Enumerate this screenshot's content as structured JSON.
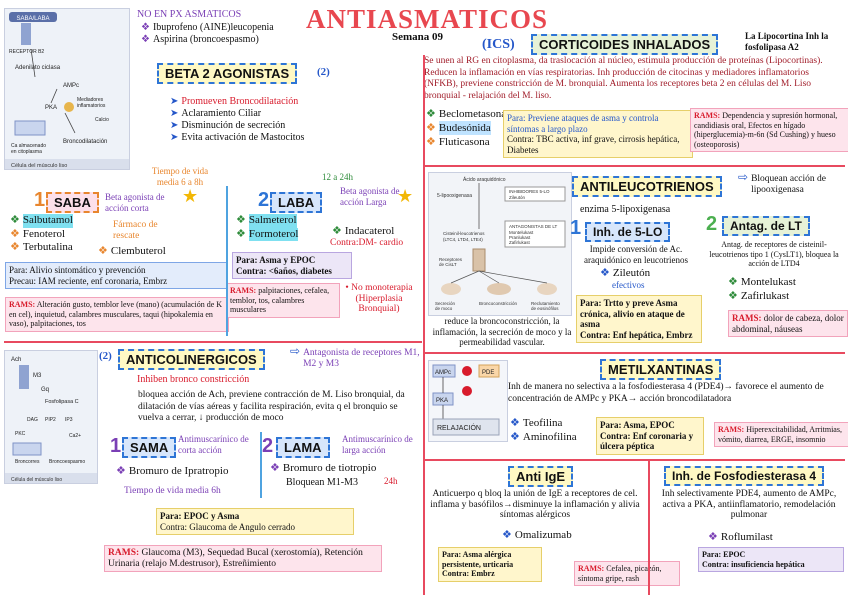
{
  "header": {
    "title": "ANTIASMATICOS",
    "week": "Semana 09",
    "no_pxasmaticos_title": "NO EN PX ASMATICOS",
    "no_items": [
      "Ibuprofeno (AINE)leucopenia",
      "Aspirina (broncoespasmo)"
    ],
    "ics_label": "(ICS)",
    "corticoides_title": "CORTICOIDES INHALADOS",
    "lipocortina_note": "La Lipocortina Inh la fosfolipasa A2"
  },
  "beta2": {
    "title": "BETA 2 AGONISTAS",
    "count_label": "(2)",
    "effects": [
      "Promueven Broncodilatación",
      "Aclaramiento Ciliar",
      "Disminución de secreción",
      "Evita activación de Mastocitos"
    ],
    "figure_labels": [
      "SABA/LABA",
      "RECEPTOR B2",
      "Adenilato ciclasa",
      "AMPc",
      "PKA",
      "Mediadores inflamatorios",
      "Calcio secuestrado",
      "Ca almacenado en citoplasma",
      "Broncodilatación",
      "Célula del músculo liso"
    ]
  },
  "saba": {
    "num": "1",
    "title": "SABA",
    "desc": "Beta agonista de acción corta",
    "tiempo": "Tiempo de vida media 6 a 8h",
    "drugs": [
      "Salbutamol",
      "Fenoterol",
      "Terbutalina"
    ],
    "rescate": "Fármaco de rescate",
    "clembuterol": "Clembuterol",
    "para": "Para: Alivio sintomático y prevención",
    "precau": "Precau: IAM reciente, enf coronaria, Embrz",
    "rams_label": "RAMS:",
    "rams_text": " Alteración gusto, temblor leve (mano) (acumulación de K en cel), inquietud, calambres musculares, taqui (hipokalemia en vaso), palpitaciones, tos"
  },
  "laba": {
    "num": "2",
    "title": "LABA",
    "desc": "Beta agonista de acción Larga",
    "duration": "12 a 24h",
    "drugs": [
      "Salmeterol",
      "Formoterol"
    ],
    "indacaterol": "Indacaterol",
    "contra_dm": "Contra:DM- cardio",
    "para": "Para: Asma y EPOC",
    "contra": "Contra: <6años, diabetes",
    "rams_label": "RAMS:",
    "rams_text": " palpitaciones, cefalea, temblor, tos, calambres musculares",
    "monoterapia": "No monoterapia (Hiperplasia Bronquial)"
  },
  "cortico": {
    "desc1": "Se unen al RG en citoplasma, da traslocación al núcleo, estimula producción de proteínas (Lipocortinas). Reducen la inflamación en vías respiratorias. Inh producción de citocinas y mediadores inflamatorios (NFKB), previene constricción de M. bronquial. Aumenta los receptores beta 2 en células del M. Liso bronquial - relajación del M. liso.",
    "drugs": [
      "Beclometasona",
      "Budesónida",
      "Fluticasona"
    ],
    "para": "Para: Previene ataques de asma y controla síntomas a largo plazo",
    "contra": "Contra: TBC activa, inf grave, cirrosis hepática, Diabetes",
    "rams_label": "RAMS:",
    "rams_text": " Dependencia y supresión hormonal, candidiasis oral, Efectos en hígado (hiperglucemia)-m-6n (Sd Cushing) y hueso (osteoporosis)"
  },
  "antileuco": {
    "title": "ANTILEUCOTRIENOS",
    "arrow_note": "Bloquean acción de lipooxigenasa",
    "enzima": "enzima 5-lipoxigenasa",
    "inh5lo_num": "1",
    "inh5lo": "Inh. de 5-LO",
    "inh5lo_desc": "Impide conversión de Ac. araquidónico en leucotrienos",
    "zileuton": "Zileutón",
    "efectivos": "efectivos",
    "para": "Para: Trtto y preve Asma crónica, alivio en ataque de asma",
    "contra": "Contra: Enf hepática, Embrz",
    "reduce": "reduce la broncoconstricción, la inflamación, la secreción de moco y la permeabilidad vascular.",
    "antag_num": "2",
    "antag_title": "Antag. de LT",
    "antag_desc": "Antag. de receptores de cisteinil-leucotrienos tipo 1 (CysLT1), bloquea la acción de LTD4",
    "montelukast": "Montelukast",
    "zafirlukast": "Zafirlukast",
    "rams_label": "RAMS:",
    "rams_text": " dolor de cabeza, dolor abdominal, náuseas",
    "figure_labels": [
      "Ácido araquidónico",
      "5-lipooxigenasa",
      "INHIBIDORES 5-LO Zileutón",
      "Cisteinil-leucotrienos (LTC4, LTD4, LTE4)",
      "ANTAGONISTAS DE LT Montelukast Pranlukast Zafirlukast",
      "Receptores de CisLT",
      "Secreción de moco",
      "Broncoconstricción",
      "Reclutamiento de eosinófilos"
    ]
  },
  "anticol": {
    "count_label": "(2)",
    "title": "ANTICOLINERGICOS",
    "antagonista": "Antagonista de receptores M1, M2 y M3",
    "inhiben": "Inhiben bronco constricción",
    "desc": "bloquea acción de Ach, previene contracción de M. Liso bronquial, da dilatación de vías aéreas y facilita respiración, evita q el bronquio se vuelva a cerrar, ↓ producción de moco",
    "figure_labels": [
      "Ach",
      "M3",
      "Gq",
      "Fosfolipasa C",
      "DAG",
      "PIP2",
      "IP3",
      "PKC",
      "Broncorres",
      "Ca2+",
      "Broncoespasmo",
      "Célula del músculo liso"
    ]
  },
  "sama": {
    "num": "1",
    "title": "SAMA",
    "desc": "Antimuscarínico de corta acción",
    "drug": "Bromuro de Ipratropio",
    "tiempo": "Tiempo de vida media 6h"
  },
  "lama": {
    "num": "2",
    "title": "LAMA",
    "desc": "Antimuscarínico de larga acción",
    "drug": "Bromuro de tiotropio",
    "sub": "Bloquean M1-M3",
    "duration": "24h"
  },
  "anticol_common": {
    "para": "Para: EPOC y Asma",
    "contra": "Contra: Glaucoma de Angulo cerrado",
    "rams_label": "RAMS:",
    "rams_text": " Glaucoma (M3), Sequedad Bucal (xerostomía), Retención Urinaria (relajo M.destrusor), Estreñimiento"
  },
  "metil": {
    "title": "METILXANTINAS",
    "desc": "Inh de manera no selectiva a la fosfodiesterasa 4 (PDE4)→ favorece el aumento de concentración de AMPc y PKA→ acción broncodilatadora",
    "drugs": [
      "Teofilina",
      "Aminofilina"
    ],
    "para": "Para: Asma, EPOC",
    "contra": "Contra: Enf coronaria y úlcera péptica",
    "rams_label": "RAMS:",
    "rams_text": " Hiperexcitabilidad, Arritmias, vómito, diarrea, ERGE, insomnio",
    "figure_labels": [
      "AMPc",
      "PDE",
      "PKA",
      "RELAJACIÓN"
    ]
  },
  "antiige": {
    "title": "Anti IgE",
    "desc": "Anticuerpo q bloq la unión de IgE a receptores de cel. inflama y basófilos→disminuye la inflamación y alivia síntomas alérgicos",
    "drug": "Omalizumab",
    "para": "Para: Asma alérgica persistente, urticaria",
    "contra": "Contra: Embrz",
    "rams_label": "RAMS:",
    "rams_text": " Cefalea, picazón, síntoma gripe, rash"
  },
  "pde4": {
    "title": "Inh. de Fosfodiesterasa 4",
    "desc": "Inh selectivamente PDE4, aumento de AMPc, activa a PKA, antiinflamatorio, remodelación pulmonar",
    "drug": "Roflumilast",
    "para": "Para: EPOC",
    "contra": "Contra: insuficiencia hepática"
  },
  "colors": {
    "title_red": "#e8474f",
    "accent_blue": "#2e75d6",
    "divider_red": "#e84a5f"
  }
}
